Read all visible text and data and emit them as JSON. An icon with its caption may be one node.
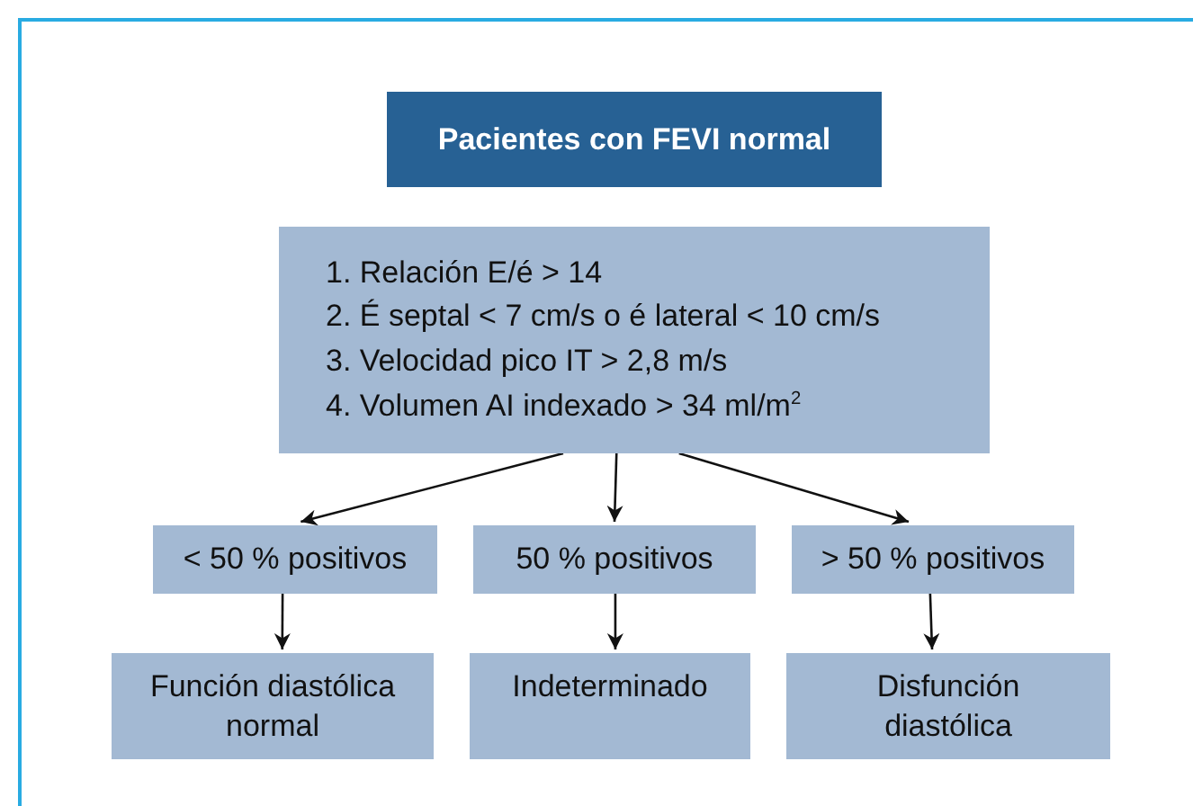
{
  "diagram": {
    "nodes": [
      {
        "text": [
          "Pacientes con FEVI normal"
        ]
      },
      {
        "text": [
          "1. Relación E/é > 14",
          "2. É septal < 7 cm/s  o é lateral < 10 cm/s",
          "3. Velocidad pico IT > 2,8 m/s",
          "4. Volumen AI indexado  > 34 ml/m$^{2}$"
        ]
      },
      {
        "text": [
          "< 50 % positivos"
        ]
      },
      {
        "text": [
          "50 % positivos"
        ]
      },
      {
        "text": [
          "> 50 % positivos"
        ]
      },
      {
        "text": [
          "Función diastólica normal"
        ]
      },
      {
        "text": [
          "Indeterminado"
        ]
      },
      {
        "text": [
          "Disfunción diastólica"
        ]
      }
    ],
    "edges": [
      {
        "from": 1,
        "to": 2,
        "arrow": "to"
      },
      {
        "from": 1,
        "to": 3,
        "arrow": "to"
      },
      {
        "from": 1,
        "to": 4,
        "arrow": "to"
      },
      {
        "from": 2,
        "to": 5,
        "arrow": "to"
      },
      {
        "from": 3,
        "to": 6,
        "arrow": "to"
      },
      {
        "from": 4,
        "to": 7,
        "arrow": "to"
      }
    ]
  }
}
